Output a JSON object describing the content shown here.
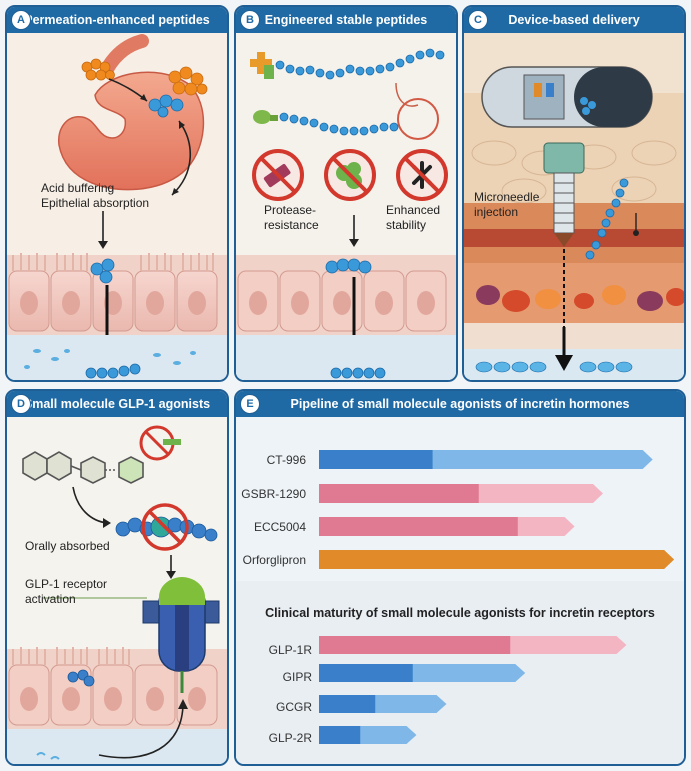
{
  "panels": {
    "a": {
      "badge": "A",
      "title": "Permeation-enhanced peptides",
      "label_1": "Acid buffering",
      "label_2": "Epithelial absorption"
    },
    "b": {
      "badge": "B",
      "title": "Engineered stable peptides",
      "label_left_1": "Protease-",
      "label_left_2": "resistance",
      "label_right_1": "Enhanced",
      "label_right_2": "stability"
    },
    "c": {
      "badge": "C",
      "title": "Device-based delivery",
      "label_1": "Microneedle",
      "label_2": "injection"
    },
    "d": {
      "badge": "D",
      "title": "Small molecule GLP-1 agonists",
      "label_1": "Orally absorbed",
      "label_2": "GLP-1 receptor",
      "label_3": "activation"
    },
    "e": {
      "badge": "E",
      "title": "Pipeline of small molecule agonists of  incretin hormones",
      "subtitle": "Clinical maturity of small molecule agonists for incretin receptors"
    }
  },
  "colors": {
    "blue_dark": "#3a7fc9",
    "blue_light": "#7fb8e8",
    "pink_dark": "#e07a92",
    "pink_light": "#f4b5c3",
    "orange": "#e08a2a",
    "header": "#1f6aa5"
  },
  "chart_data": [
    {
      "type": "bar",
      "title": "Pipeline of small molecule agonists of  incretin hormones",
      "categories": [
        "CT-996",
        "GSBR-1290",
        "ECC5004",
        "Orforglipron"
      ],
      "series": [
        {
          "color": "#3a7fc9",
          "values": [
            0.32,
            0,
            0,
            0
          ]
        },
        {
          "color": "#e07a92",
          "values": [
            0,
            0.45,
            0.56,
            0
          ]
        },
        {
          "color": "#e08a2a",
          "values": [
            0,
            0,
            0,
            1.0
          ]
        }
      ],
      "totals": [
        0.94,
        0.8,
        0.72,
        1.0
      ]
    },
    {
      "type": "bar",
      "title": "Clinical maturity of small molecule agonists for incretin receptors",
      "categories": [
        "GLP-1R",
        "GIPR",
        "GCGR",
        "GLP-2R"
      ],
      "primary": [
        0.51,
        0.25,
        0.15,
        0.11
      ],
      "totals": [
        0.82,
        0.55,
        0.34,
        0.26
      ]
    }
  ]
}
